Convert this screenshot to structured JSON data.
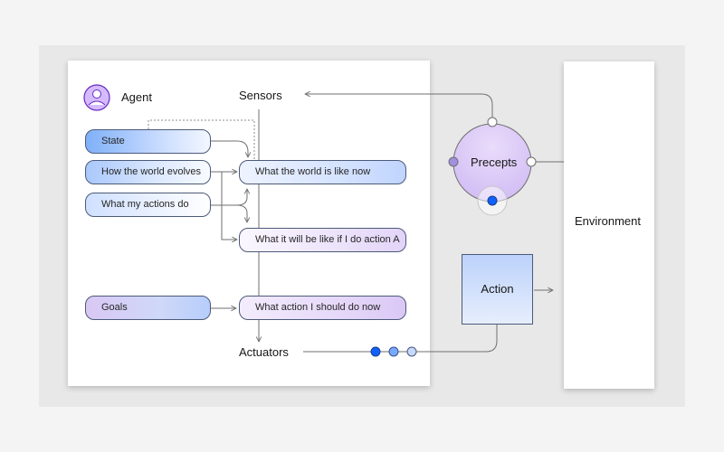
{
  "agent": {
    "title": "Agent",
    "icon": "user-avatar-icon"
  },
  "sensors": "Sensors",
  "actuators": "Actuators",
  "state": "State",
  "world_evolves": "How the world evolves",
  "actions_do": "What my actions do",
  "goals": "Goals",
  "world_now": "What the world is like now",
  "world_if_action": "What it will be like if I do action A",
  "what_action": "What action I should do now",
  "precepts": "Precepts",
  "action": "Action",
  "environment": "Environment",
  "colors": {
    "node_blue": "#0f62fe",
    "node_light": "#8fb4f8",
    "node_purple": "#a28fe2",
    "line": "#6f6f6f"
  }
}
